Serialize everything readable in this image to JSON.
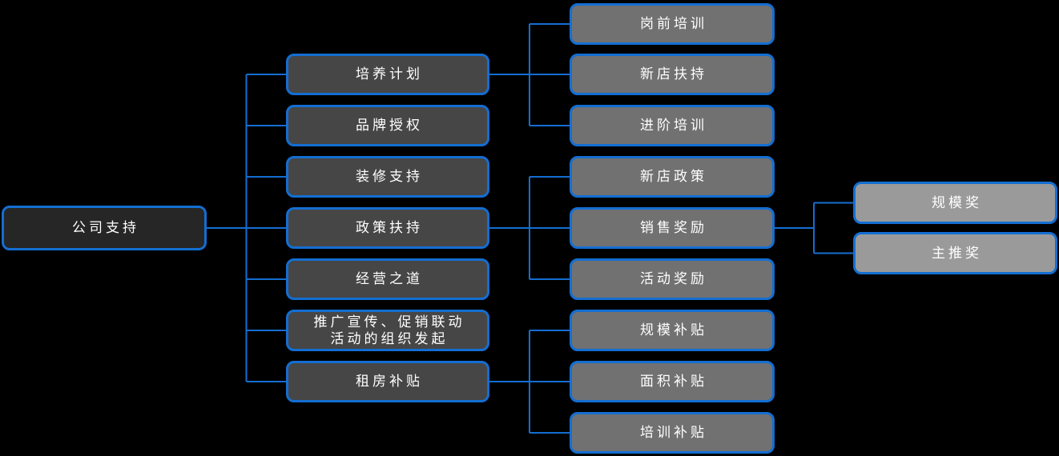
{
  "colors": {
    "accent": "#146ED2",
    "node-root": "#262626",
    "node-l2": "#464646",
    "node-l3": "#717171",
    "node-l4": "#9A9A9A",
    "text": "#FFFFFF",
    "background": "#000000"
  },
  "tree": {
    "root": {
      "label": "公司支持"
    },
    "branches": [
      {
        "label": "培养计划",
        "children": [
          {
            "label": "岗前培训"
          },
          {
            "label": "新店扶持"
          },
          {
            "label": "进阶培训"
          }
        ]
      },
      {
        "label": "品牌授权"
      },
      {
        "label": "装修支持"
      },
      {
        "label": "政策扶持",
        "children": [
          {
            "label": "新店政策"
          },
          {
            "label": "销售奖励",
            "children": [
              {
                "label": "规模奖"
              },
              {
                "label": "主推奖"
              }
            ]
          },
          {
            "label": "活动奖励"
          }
        ]
      },
      {
        "label": "经营之道"
      },
      {
        "label": "推广宣传、促销联动活动的组织发起",
        "lines": [
          "推广宣传、促销联动",
          "活动的组织发起"
        ]
      },
      {
        "label": "租房补贴",
        "children": [
          {
            "label": "规模补贴"
          },
          {
            "label": "面积补贴"
          },
          {
            "label": "培训补贴"
          }
        ]
      }
    ]
  }
}
